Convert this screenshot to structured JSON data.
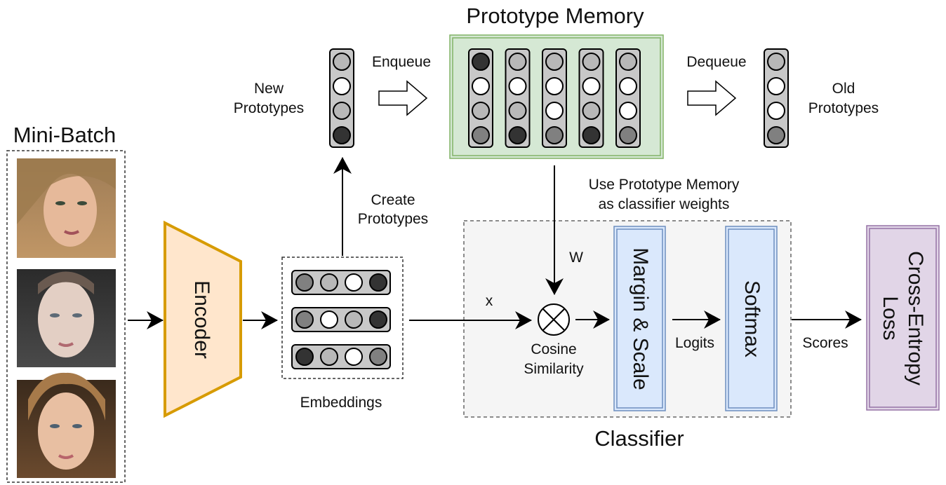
{
  "mini_batch": {
    "title": "Mini-Batch",
    "faces": [
      {
        "description": "face-portrait-blonde-hair"
      },
      {
        "description": "face-portrait-pale-dark-background"
      },
      {
        "description": "face-portrait-brown-wavy-hair"
      }
    ]
  },
  "encoder": {
    "label": "Encoder"
  },
  "embeddings": {
    "label": "Embeddings",
    "rows": [
      [
        "dark-gray",
        "light-gray",
        "white",
        "darkest"
      ],
      [
        "dark-gray",
        "white",
        "light-gray",
        "darkest"
      ],
      [
        "darkest",
        "light-gray",
        "white",
        "dark-gray"
      ]
    ]
  },
  "create_prototypes": {
    "line1": "Create",
    "line2": "Prototypes"
  },
  "new_prototypes": {
    "line1": "New",
    "line2": "Prototypes",
    "column": [
      "light-gray",
      "white",
      "light-gray",
      "darkest"
    ]
  },
  "enqueue": {
    "label": "Enqueue"
  },
  "prototype_memory": {
    "title": "Prototype Memory",
    "columns": [
      [
        "darkest",
        "white",
        "light-gray",
        "dark-gray"
      ],
      [
        "light-gray",
        "white",
        "light-gray",
        "darkest"
      ],
      [
        "light-gray",
        "white",
        "white",
        "dark-gray"
      ],
      [
        "light-gray",
        "white",
        "light-gray",
        "darkest"
      ],
      [
        "light-gray",
        "white",
        "white",
        "dark-gray"
      ]
    ]
  },
  "dequeue": {
    "label": "Dequeue"
  },
  "old_prototypes": {
    "line1": "Old",
    "line2": "Prototypes",
    "column": [
      "light-gray",
      "white",
      "white",
      "dark-gray"
    ]
  },
  "memory_usage": {
    "line1": "Use Prototype Memory",
    "line2": "as classifier weights"
  },
  "classifier": {
    "title": "Classifier",
    "w_label": "W",
    "x_label": "x",
    "cosine_line1": "Cosine",
    "cosine_line2": "Similarity",
    "margin_scale": "Margin & Scale",
    "logits": "Logits",
    "softmax": "Softmax"
  },
  "scores": {
    "label": "Scores"
  },
  "loss": {
    "line1": "Cross-Entropy",
    "line2": "Loss"
  },
  "colors": {
    "darkest": "#333333",
    "dark-gray": "#808080",
    "light-gray": "#b8b8b8",
    "white": "#ffffff",
    "column_bg": "#c8c8c8",
    "encoder_fill": "#ffe6cc",
    "encoder_stroke": "#d79b00",
    "memory_fill": "#d5e8d4",
    "memory_stroke": "#82b366",
    "blue_fill": "#dae8fc",
    "blue_stroke": "#6c8ebf",
    "loss_fill": "#e1d5e7",
    "loss_stroke": "#9673a6",
    "classifier_fill": "#f5f5f5"
  }
}
